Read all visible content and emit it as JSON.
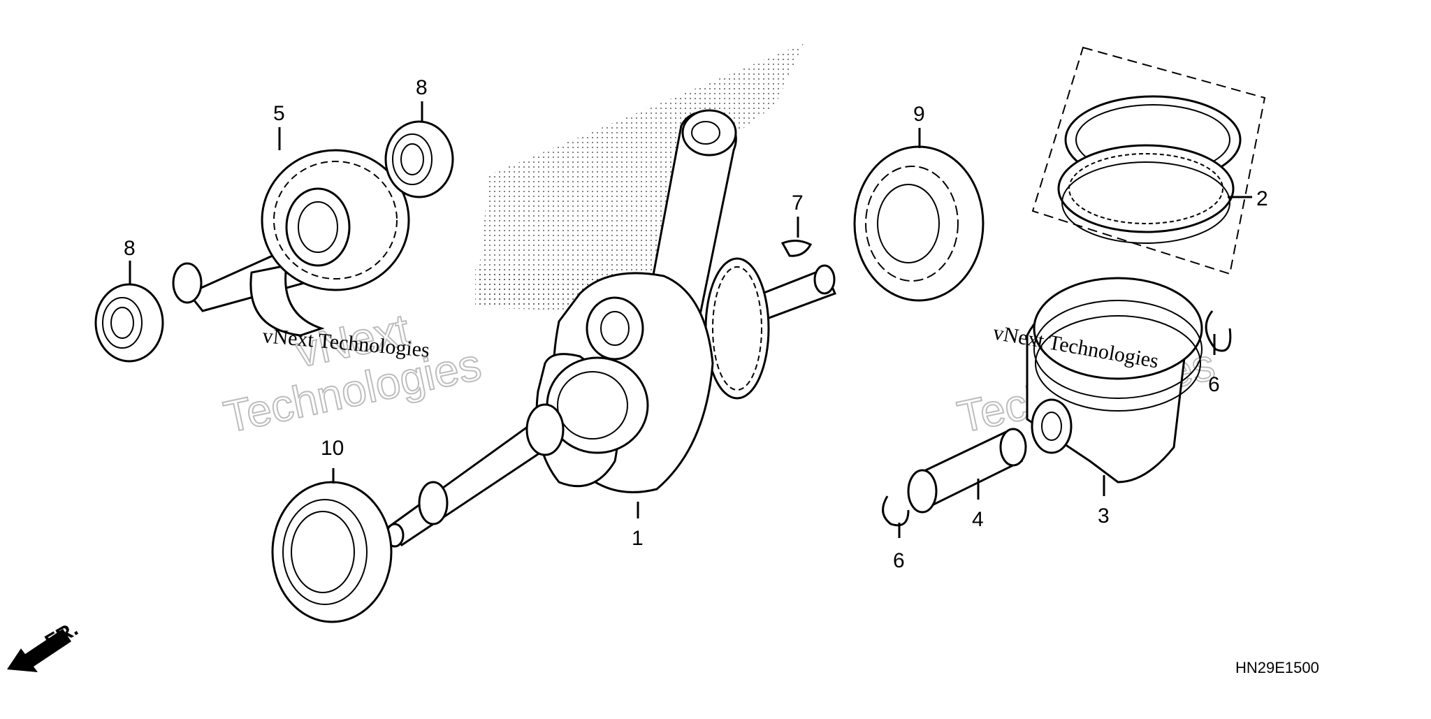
{
  "callouts": [
    {
      "id": "1",
      "label": "1"
    },
    {
      "id": "2",
      "label": "2"
    },
    {
      "id": "3",
      "label": "3"
    },
    {
      "id": "4",
      "label": "4"
    },
    {
      "id": "5",
      "label": "5"
    },
    {
      "id": "6a",
      "label": "6"
    },
    {
      "id": "6b",
      "label": "6"
    },
    {
      "id": "7",
      "label": "7"
    },
    {
      "id": "8a",
      "label": "8"
    },
    {
      "id": "8b",
      "label": "8"
    },
    {
      "id": "9",
      "label": "9"
    },
    {
      "id": "10",
      "label": "10"
    }
  ],
  "watermark": {
    "line_small": "vNext Technologies",
    "big_word_1": "vNext",
    "big_word_2": "Technologies"
  },
  "front_indicator": "FR.",
  "diagram_code": "HN29E1500"
}
